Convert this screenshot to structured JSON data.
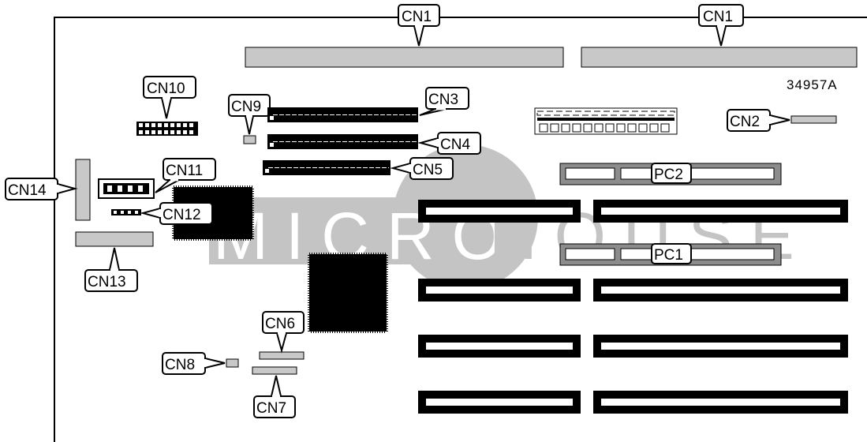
{
  "board": {
    "part_number": "34957A",
    "watermark_left": "MICRO",
    "watermark_right": "HOUSE"
  },
  "labels": {
    "cn1_left": "CN1",
    "cn1_right": "CN1",
    "cn2": "CN2",
    "cn3": "CN3",
    "cn4": "CN4",
    "cn5": "CN5",
    "cn6": "CN6",
    "cn7": "CN7",
    "cn8": "CN8",
    "cn9": "CN9",
    "cn10": "CN10",
    "cn11": "CN11",
    "cn12": "CN12",
    "cn13": "CN13",
    "cn14": "CN14",
    "pc1": "PC1",
    "pc2": "PC2"
  }
}
